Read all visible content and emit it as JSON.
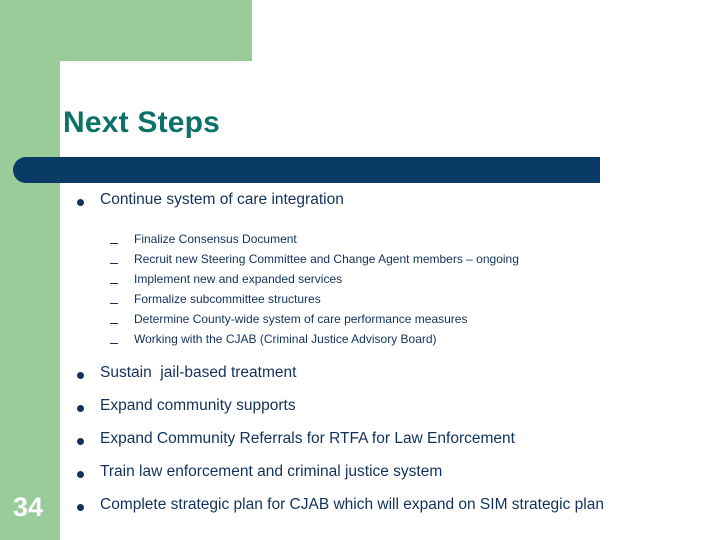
{
  "slide": {
    "title": "Next Steps",
    "page_number": "34",
    "colors": {
      "green": "#9ACB9A",
      "navy_bar": "#0A3A66",
      "title_teal": "#0C7268",
      "body_text": "#12325C",
      "panel_white": "#FFFFFF"
    }
  },
  "content": {
    "bullets": [
      {
        "level": 1,
        "marker": "disc",
        "text": "Continue system of care integration",
        "sub_bullets": [
          {
            "level": 2,
            "marker": "dash",
            "text": "Finalize Consensus Document"
          },
          {
            "level": 2,
            "marker": "dash",
            "text": "Recruit new Steering Committee and Change Agent members – ongoing"
          },
          {
            "level": 2,
            "marker": "dash",
            "text": "Implement new and expanded services"
          },
          {
            "level": 2,
            "marker": "dash",
            "text": "Formalize subcommittee structures"
          },
          {
            "level": 2,
            "marker": "dash",
            "text": "Determine County-wide system of care performance measures"
          },
          {
            "level": 2,
            "marker": "dash",
            "text": "Working with the CJAB (Criminal Justice Advisory Board)"
          }
        ]
      },
      {
        "level": 1,
        "marker": "disc",
        "text": "Sustain  jail-based treatment",
        "sub_bullets": []
      },
      {
        "level": 1,
        "marker": "disc",
        "text": "Expand community supports",
        "sub_bullets": []
      },
      {
        "level": 1,
        "marker": "disc",
        "text": "Expand Community Referrals for RTFA for Law Enforcement",
        "sub_bullets": []
      },
      {
        "level": 1,
        "marker": "disc",
        "text": "Train law enforcement and criminal justice system",
        "sub_bullets": []
      },
      {
        "level": 1,
        "marker": "disc",
        "text": "Complete strategic plan for CJAB which will expand on SIM strategic plan",
        "sub_bullets": []
      }
    ]
  }
}
